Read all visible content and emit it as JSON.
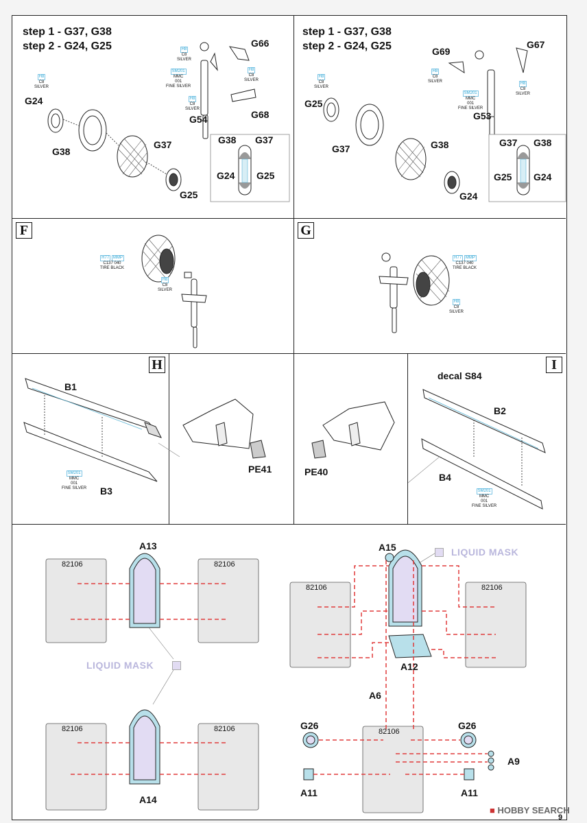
{
  "panels": {
    "top_left": {
      "step_lines": [
        "step 1 - G37, G38",
        "step 2 - G24, G25"
      ],
      "parts": [
        "G66",
        "G24",
        "G54",
        "G68",
        "G38",
        "G37",
        "G25"
      ],
      "inset": [
        "G38",
        "G37",
        "G24",
        "G25"
      ],
      "paints": [
        {
          "codes": [
            "H8"
          ],
          "lines": [
            "C8",
            "SILVER"
          ]
        },
        {
          "codes": [
            "H8"
          ],
          "lines": [
            "C8",
            "SILVER"
          ]
        },
        {
          "codes": [
            "SM201"
          ],
          "lines": [
            "MMC",
            "001",
            "FINE SILVER"
          ]
        },
        {
          "codes": [
            "H8"
          ],
          "lines": [
            "C8",
            "SILVER"
          ]
        },
        {
          "codes": [
            "H8"
          ],
          "lines": [
            "C8",
            "SILVER"
          ]
        }
      ]
    },
    "top_right": {
      "step_lines": [
        "step 1 - G37, G38",
        "step 2 - G24, G25"
      ],
      "parts": [
        "G69",
        "G67",
        "G25",
        "G53",
        "G37",
        "G38",
        "G24"
      ],
      "inset": [
        "G37",
        "G38",
        "G25",
        "G24"
      ],
      "paints": [
        {
          "codes": [
            "H8"
          ],
          "lines": [
            "C8",
            "SILVER"
          ]
        },
        {
          "codes": [
            "H8"
          ],
          "lines": [
            "C8",
            "SILVER"
          ]
        },
        {
          "codes": [
            "SM201"
          ],
          "lines": [
            "MMC",
            "001",
            "FINE SILVER"
          ]
        },
        {
          "codes": [
            "H8"
          ],
          "lines": [
            "C8",
            "SILVER"
          ]
        }
      ]
    },
    "F": {
      "letter": "F",
      "paints": [
        {
          "codes": [
            "H77",
            "MMP"
          ],
          "lines": [
            "C137 040",
            "TIRE BLACK"
          ]
        },
        {
          "codes": [
            "H8"
          ],
          "lines": [
            "C8",
            "SILVER"
          ]
        }
      ]
    },
    "G": {
      "letter": "G",
      "paints": [
        {
          "codes": [
            "H77",
            "MMP"
          ],
          "lines": [
            "C137 040",
            "TIRE BLACK"
          ]
        },
        {
          "codes": [
            "H8"
          ],
          "lines": [
            "C8",
            "SILVER"
          ]
        }
      ]
    },
    "H": {
      "letter": "H",
      "parts": [
        "B1",
        "B3",
        "PE41"
      ],
      "paint": {
        "codes": [
          "SM201"
        ],
        "lines": [
          "MMC",
          "001",
          "FINE SILVER"
        ]
      }
    },
    "H_detail": {
      "parts": [
        "PE40"
      ]
    },
    "I": {
      "letter": "I",
      "parts": [
        "decal S84",
        "B2",
        "B4"
      ],
      "paint": {
        "codes": [
          "SM201"
        ],
        "lines": [
          "MMC",
          "001",
          "FINE SILVER"
        ]
      }
    },
    "bottom": {
      "parts_left": [
        "A13",
        "A14"
      ],
      "parts_right": [
        "A15",
        "A12",
        "A6",
        "G26",
        "G26",
        "A9",
        "A11",
        "A11"
      ],
      "pe_number": "82106",
      "liquid_mask": "LIQUID MASK",
      "mask_color": "#e2dcf3",
      "dash_color": "#e03a3a",
      "glass_color": "#b8e0ea"
    }
  },
  "watermark": "HOBBY SEARCH",
  "page_number": "9"
}
